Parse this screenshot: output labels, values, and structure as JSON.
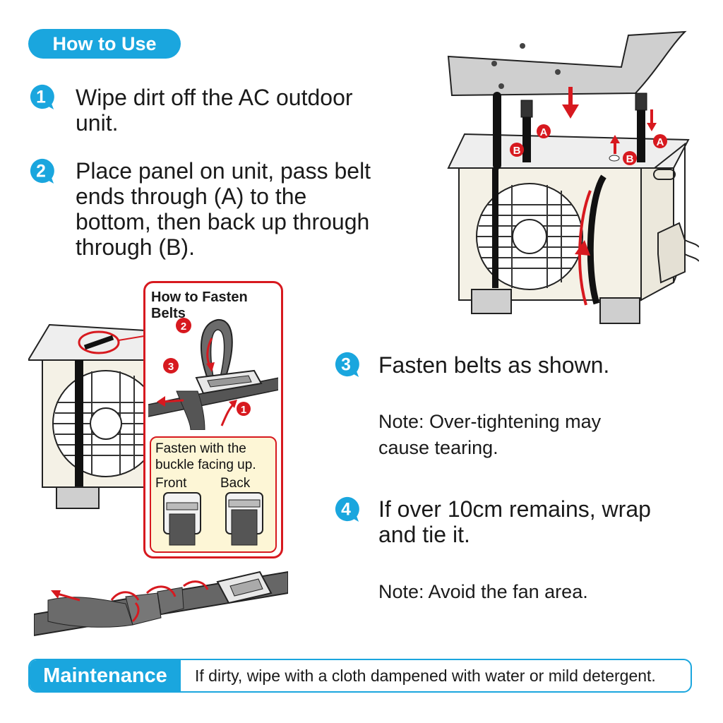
{
  "header": {
    "title": "How to Use"
  },
  "steps": [
    {
      "number": "1",
      "lines": [
        "Wipe dirt off the AC outdoor",
        "unit."
      ]
    },
    {
      "number": "2",
      "lines": [
        "Place panel on unit, pass belt",
        "ends through (A) to the",
        "bottom, then back up through",
        "through (B)."
      ]
    },
    {
      "number": "3",
      "lines": [
        "Fasten belts as shown."
      ],
      "note": [
        "Note: Over-tightening may",
        "cause tearing."
      ]
    },
    {
      "number": "4",
      "lines": [
        "If over 10cm remains, wrap",
        "and tie it."
      ],
      "note": [
        "Note: Avoid the fan area."
      ]
    }
  ],
  "fasten_box": {
    "title": "How to Fasten Belts",
    "markers": [
      "1",
      "2",
      "3"
    ],
    "caption": [
      "Fasten with the",
      "buckle facing up."
    ],
    "front_label": "Front",
    "back_label": "Back"
  },
  "diagram_labels": {
    "a": "A",
    "b": "B"
  },
  "maintenance": {
    "label": "Maintenance",
    "text": "If dirty, wipe with a cloth dampened with water or mild detergent."
  },
  "colors": {
    "accent": "#1aa6de",
    "arrow_red": "#d7191f",
    "box_fill": "#fdf6d6",
    "unit_fill": "#f4f1e6"
  }
}
